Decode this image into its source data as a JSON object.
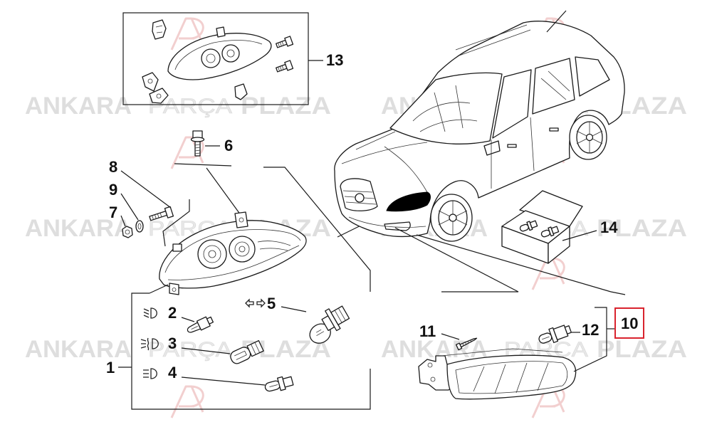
{
  "diagram": {
    "callouts": {
      "c1": "1",
      "c2": "2",
      "c3": "3",
      "c4": "4",
      "c5": "5",
      "c6": "6",
      "c7": "7",
      "c8": "8",
      "c9": "9",
      "c10": "10",
      "c11": "11",
      "c12": "12",
      "c13": "13",
      "c14": "14"
    }
  },
  "watermark": {
    "word1": "ANKARA",
    "word2": "PARÇA",
    "word3": "PLAZA"
  },
  "icons": {
    "low_beam": "low-beam-icon",
    "fog_light": "fog-light-icon",
    "high_beam": "high-beam-icon",
    "turn_signal": "turn-signal-arrows-icon",
    "watermark_logo": "ap-logo-icon"
  },
  "colors": {
    "selected_callout_box": "#d9232e",
    "line": "#1a1a1a",
    "watermark_text": "#dedede",
    "watermark_logo": "#f2cfcf",
    "car_headlight_highlight": "#000000"
  }
}
